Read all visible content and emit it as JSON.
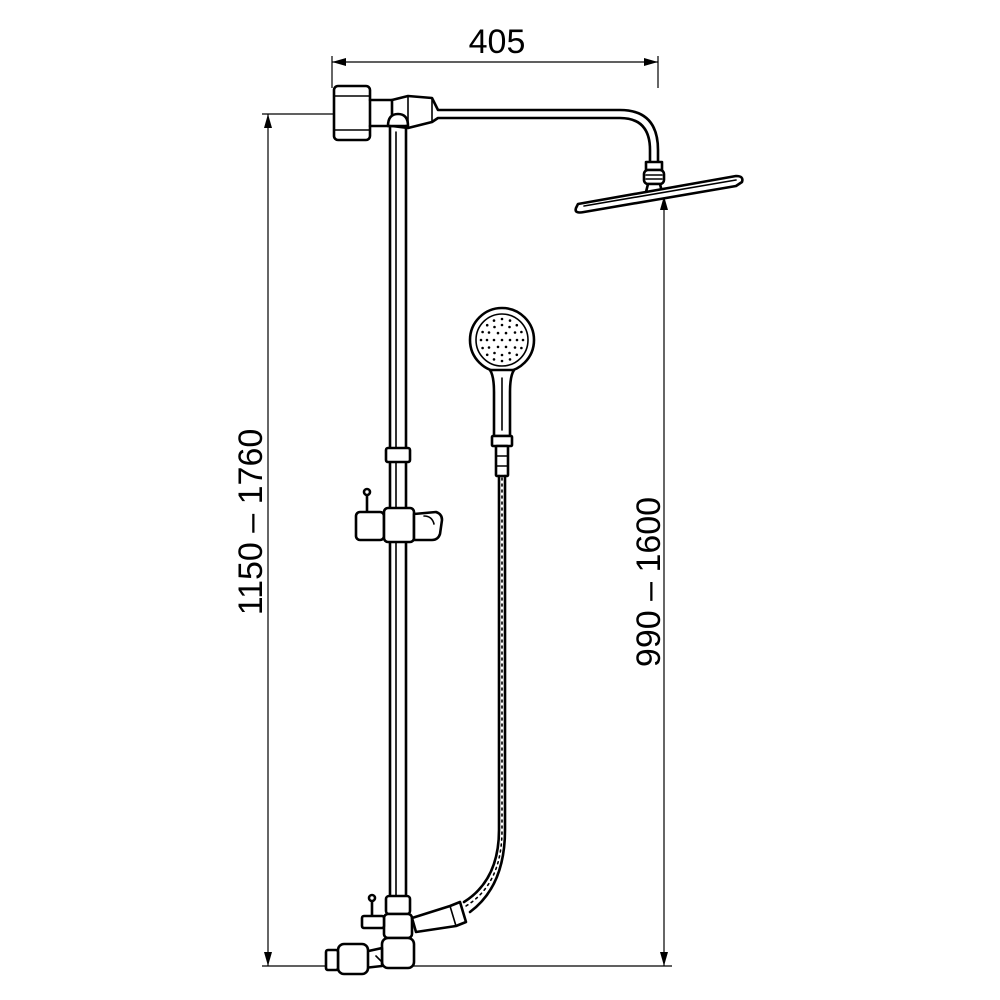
{
  "dimensions": {
    "arm_length": "405",
    "column_height_range": "1150 – 1760",
    "head_height_range": "990 – 1600"
  },
  "colors": {
    "line": "#000000",
    "background": "#ffffff"
  }
}
